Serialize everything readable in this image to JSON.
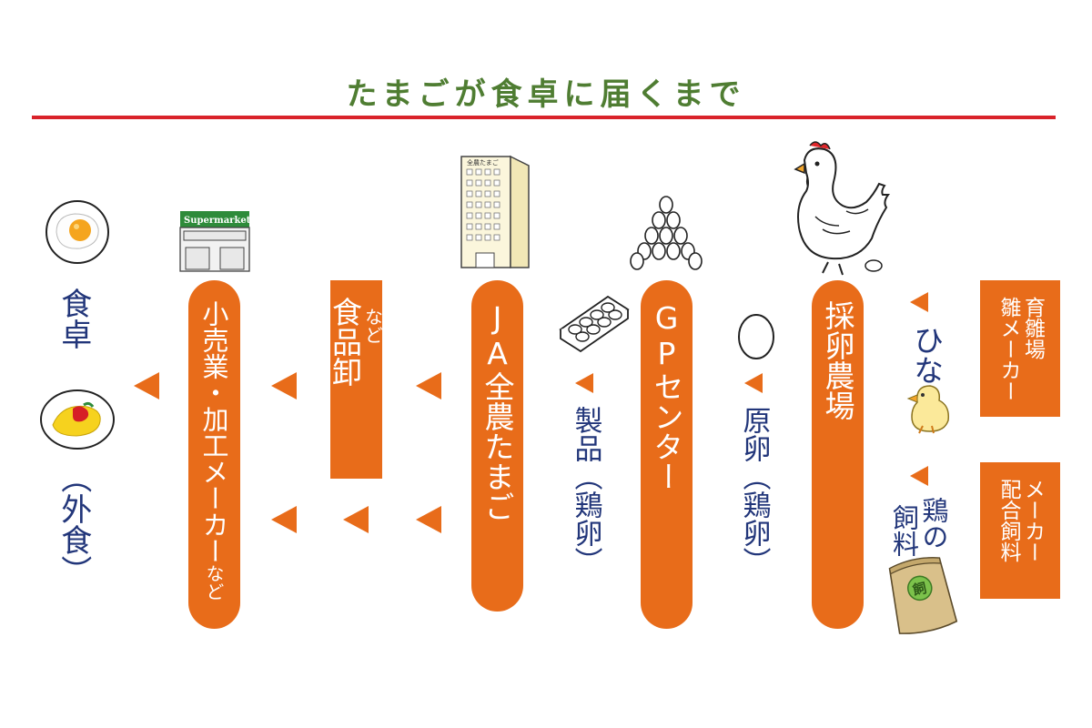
{
  "title": "たまごが食卓に届くまで",
  "colors": {
    "accent": "#e86c1a",
    "title": "#4f7d32",
    "rule": "#d9222a",
    "text_blue": "#22367a"
  },
  "stages": {
    "hina_maker": {
      "line1": "雛メーカー",
      "line2": "育雛場"
    },
    "feed_maker": {
      "line1": "配合飼料",
      "line2": "メーカー"
    },
    "hina": "ひな",
    "feed": {
      "line1": "鶏の",
      "line2": "飼料"
    },
    "farm": "採卵農場",
    "raw_egg": {
      "main": "原卵",
      "sub": "（鶏卵）"
    },
    "gp_center": "GPセンター",
    "product": {
      "main": "製品",
      "sub": "（鶏卵）"
    },
    "ja": "JA全農たまご",
    "wholesale": {
      "main": "食品卸",
      "sub": "など"
    },
    "retail": {
      "main": "小売業・加工メーカー",
      "sub": "など"
    },
    "table": {
      "main": "食卓",
      "sub": "（外食）"
    }
  },
  "icons": {
    "building_sign": "全農たまご",
    "supermarket_sign": "Supermarket",
    "feed_bag_mark": "飼",
    "list": [
      "chicken-icon",
      "chick-icon",
      "feed-bag-icon",
      "egg-icon",
      "egg-pyramid-icon",
      "egg-carton-icon",
      "office-building-icon",
      "supermarket-icon",
      "fried-egg-icon",
      "omelette-icon"
    ]
  }
}
